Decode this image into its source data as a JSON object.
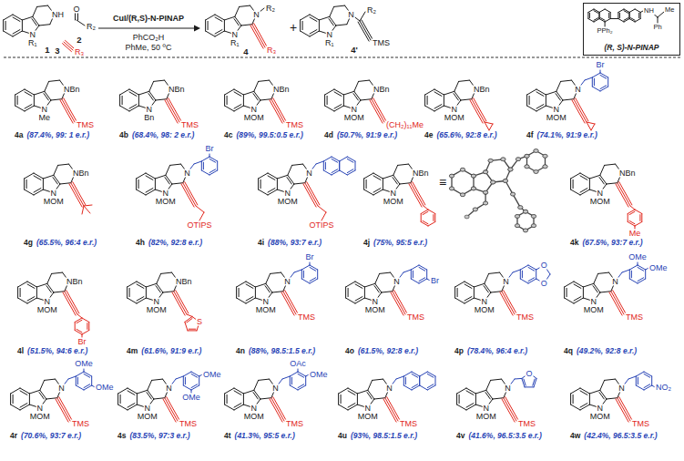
{
  "diagram": {
    "nodes": [
      {
        "text": [
          "(R, S)-N-PINAP"
        ]
      }
    ],
    "labels": [
      "NH",
      "N",
      "R₁",
      "1",
      "O",
      "R₂",
      "2",
      "3",
      "R₃",
      "CuI/(R,S)-N-PINAP",
      "PhCO₂H",
      "PhMe, 50 ºC",
      "N",
      "R₂",
      "N",
      "R₁",
      "R₃",
      "4",
      "+",
      "N",
      "R₂",
      "TMS",
      "N",
      "R₁",
      "4'",
      "PPh₂",
      "NH",
      "Me",
      "Ph",
      "NBn",
      "N",
      "Me",
      "TMS",
      "4a",
      "(87.4%, 99: 1 e.r.)",
      "NBn",
      "N",
      "Bn",
      "TMS",
      "4b",
      "(68.4%, 98: 2 e.r.)",
      "NBn",
      "N",
      "MOM",
      "TMS",
      "4c",
      "(89%, 99.5:0.5 e.r.)",
      "NBn",
      "N",
      "MOM",
      "(CH₂)₁₁Me",
      "4d",
      "(50.7%, 91:9 e.r.)",
      "NBn",
      "N",
      "MOM",
      "4e",
      "(65.6%, 92:8 e.r.)",
      "N",
      "Br",
      "N",
      "MOM",
      "4f",
      "(74.1%, 91:9 e.r.)",
      "NBn",
      "N",
      "MOM",
      "4g",
      "(65.5%, 96:4 e.r.)",
      "N",
      "Br",
      "N",
      "MOM",
      "OTIPS",
      "4h",
      "(82%, 92:8 e.r.)",
      "N",
      "N",
      "MOM",
      "OTIPS",
      "4i",
      "(88%, 93:7 e.r.)",
      "NBn",
      "N",
      "MOM",
      "4j",
      "(75%, 95:5 e.r.)",
      "≡",
      "NBn",
      "N",
      "MOM",
      "Me",
      "4k",
      "(67.5%, 93:7 e.r.)",
      "NBn",
      "N",
      "MOM",
      "Br",
      "4l",
      "(51.5%, 94:6 e.r.)",
      "NBn",
      "N",
      "MOM",
      "S",
      "4m",
      "(61.6%, 91:9 e.r.)",
      "N",
      "Br",
      "N",
      "MOM",
      "TMS",
      "4n",
      "(88%, 98.5:1.5 e.r.)",
      "N",
      "Br",
      "N",
      "MOM",
      "TMS",
      "4o",
      "(61.5%, 92:8 e.r.)",
      "N",
      "O",
      "O",
      "N",
      "MOM",
      "TMS",
      "4p",
      "(78.4%, 96:4 e.r.)",
      "N",
      "OMe",
      "OMe",
      "N",
      "MOM",
      "TMS",
      "4q",
      "(49.2%, 92:8 e.r.)",
      "N",
      "OMe",
      "OMe",
      "N",
      "MOM",
      "TMS",
      "4r",
      "(70.6%, 93:7 e.r.)",
      "N",
      "OMe",
      "OMe",
      "N",
      "MOM",
      "TMS",
      "4s",
      "(83.5%, 97:3 e.r.)",
      "N",
      "OAc",
      "OMe",
      "N",
      "MOM",
      "TMS",
      "4t",
      "(41.3%, 95:5 e.r.)",
      "N",
      "N",
      "MOM",
      "TMS",
      "4u",
      "(93%, 98.5:1.5 e.r.)",
      "N",
      "O",
      "N",
      "MOM",
      "TMS",
      "4v",
      "(41.6%, 96.5:3.5 e.r.)",
      "N",
      "NO₂",
      "N",
      "MOM",
      "TMS",
      "4w",
      "(42.4%, 96.5:3.5 e.r.)"
    ]
  }
}
